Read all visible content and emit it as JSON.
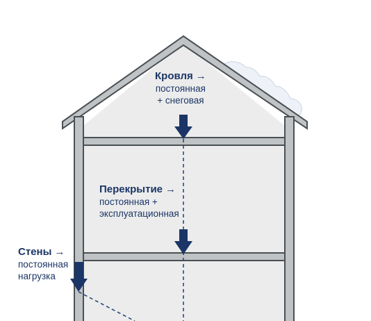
{
  "roof": {
    "title": "Кровля",
    "arrow": "→",
    "line1": "постоянная",
    "line2": "+ снеговая"
  },
  "floor": {
    "title": "Перекрытие",
    "arrow": "→",
    "line1": "постоянная +",
    "line2": "эксплуатационная"
  },
  "walls": {
    "title": "Стены",
    "arrow": "→",
    "line1": "постоянная",
    "line2": "нагрузка"
  },
  "colors": {
    "structure_fill": "#bfc3c5",
    "structure_stroke": "#4a4f53",
    "interior": "#ececec",
    "label_text": "#1b3566",
    "load_arrow": "#1b3566",
    "load_path": "#2b4a80",
    "snow": "#e8eef6"
  },
  "icons": {
    "load_arrow": "down-arrow-icon",
    "snow": "snow-cap-icon"
  }
}
